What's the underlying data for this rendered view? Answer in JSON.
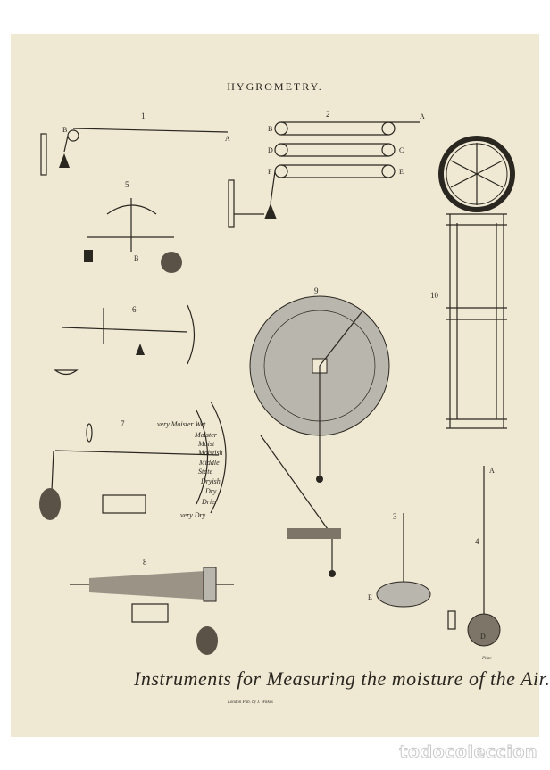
{
  "title": "HYGROMETRY.",
  "caption": "Instruments for Measuring the moisture of the Air.",
  "imprint": "London Pub. by J. Wilkes",
  "plate_number": "Plate",
  "watermark": "todocoleccion",
  "colors": {
    "paper": "#efe8d3",
    "ink": "#2a2620",
    "dial": "#b9b6ad"
  },
  "figures": {
    "fig1": "1",
    "fig2": "2",
    "fig3": "3",
    "fig4": "4",
    "fig5": "5",
    "fig6": "6",
    "fig7": "7",
    "fig8": "8",
    "fig9": "9",
    "fig10": "10"
  },
  "letters": {
    "A": "A",
    "B": "B",
    "C": "C",
    "D": "D",
    "E": "E",
    "F": "F"
  },
  "fig7_scale": [
    "very Moister Wet",
    "Moister",
    "Moist",
    "Moistish",
    "Middle",
    "State",
    "Dryish",
    "Dry",
    "Drier",
    "very Dry"
  ]
}
